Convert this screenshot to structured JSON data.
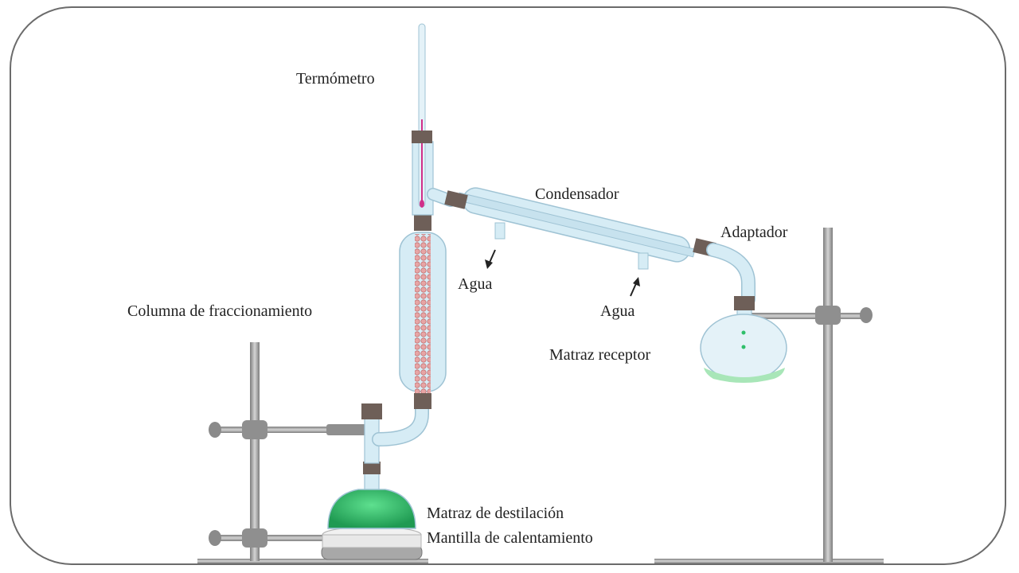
{
  "labels": {
    "termometro": "Termómetro",
    "condensador": "Condensador",
    "adaptador": "Adaptador",
    "agua_salida": "Agua",
    "agua_entrada": "Agua",
    "columna": "Columna de fraccionamiento",
    "matraz_receptor": "Matraz receptor",
    "matraz_destilacion": "Matraz de destilación",
    "mantilla": "Mantilla de calentamiento"
  },
  "colors": {
    "glass": "#d6ecf5",
    "glass_edge": "#9fc3d4",
    "packing": "#d98a8a",
    "liquid": "#2fbf6a",
    "liquid_receiver": "#a8e6b8",
    "stopper": "#6e5f58",
    "metal": "#9a9a9a",
    "thermometer_line": "#d0308a"
  }
}
